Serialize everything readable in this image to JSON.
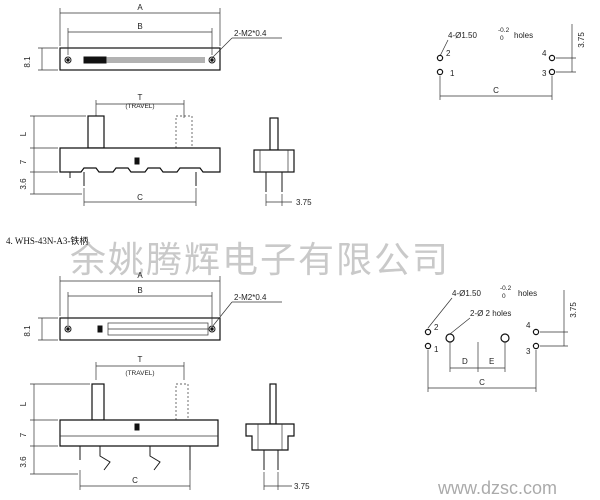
{
  "top": {
    "dim_a": "A",
    "dim_b": "B",
    "screw_note": "2-M2*0.4",
    "height_81": "8.1",
    "travel_t": "T",
    "travel_label": "(TRAVEL)",
    "dim_l": "L",
    "dim_7": "7",
    "dim_36": "3.6",
    "dim_c": "C",
    "dim_375_side": "3.75",
    "holes_note": "4-Ø1.50",
    "holes_tol_top": "-0.2",
    "holes_tol_bottom": "0",
    "holes_word": "holes",
    "dim_375_right": "3.75",
    "pin_1": "1",
    "pin_2": "2",
    "pin_3": "3",
    "pin_4": "4",
    "dim_c_pcb": "C"
  },
  "caption": "4. WHS-43N-A3-铁柄",
  "watermark": "余姚腾辉电子有限公司",
  "bottom": {
    "dim_a": "A",
    "dim_b": "B",
    "screw_note": "2-M2*0.4",
    "height_81": "8.1",
    "travel_t": "T",
    "travel_label": "(TRAVEL)",
    "dim_l": "L",
    "dim_7": "7",
    "dim_36": "3.6",
    "dim_c": "C",
    "dim_375_side": "3.75",
    "holes_note": "4-Ø1.50",
    "holes_tol_top": "-0.2",
    "holes_tol_bottom": "0",
    "holes_word": "holes",
    "holes2_note": "2-Ø 2 holes",
    "dim_375_right": "3.75",
    "dim_d": "D",
    "dim_e": "E",
    "dim_c_pcb": "C",
    "pin_1": "1",
    "pin_2": "2",
    "pin_3": "3",
    "pin_4": "4"
  },
  "site_url": "www.dzsc.com"
}
